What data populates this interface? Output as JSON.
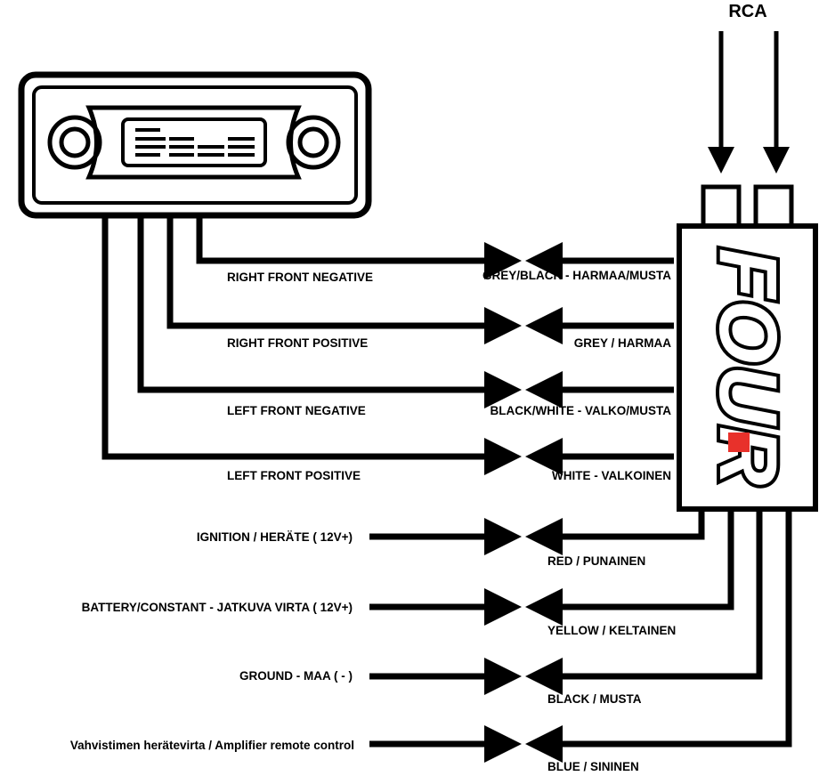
{
  "rca_label": "RCA",
  "logo_text": "FOUR",
  "colors": {
    "wire": "#000000",
    "logo_accent": "#e8312b",
    "background": "#ffffff"
  },
  "speaker_wires": [
    {
      "radio_label": "RIGHT FRONT NEGATIVE",
      "color_label": "GREY/BLACK - HARMAA/MUSTA"
    },
    {
      "radio_label": "RIGHT FRONT POSITIVE",
      "color_label": "GREY / HARMAA"
    },
    {
      "radio_label": "LEFT FRONT NEGATIVE",
      "color_label": "BLACK/WHITE - VALKO/MUSTA"
    },
    {
      "radio_label": "LEFT FRONT POSITIVE",
      "color_label": "WHITE - VALKOINEN"
    }
  ],
  "power_wires": [
    {
      "function_label": "IGNITION / HERÄTE ( 12V+)",
      "color_label": "RED / PUNAINEN"
    },
    {
      "function_label": "BATTERY/CONSTANT - JATKUVA VIRTA  ( 12V+)",
      "color_label": "YELLOW / KELTAINEN"
    },
    {
      "function_label": "GROUND - MAA ( - )",
      "color_label": "BLACK / MUSTA"
    },
    {
      "function_label": "Vahvistimen herätevirta / Amplifier remote control",
      "color_label": "BLUE / SININEN"
    }
  ]
}
